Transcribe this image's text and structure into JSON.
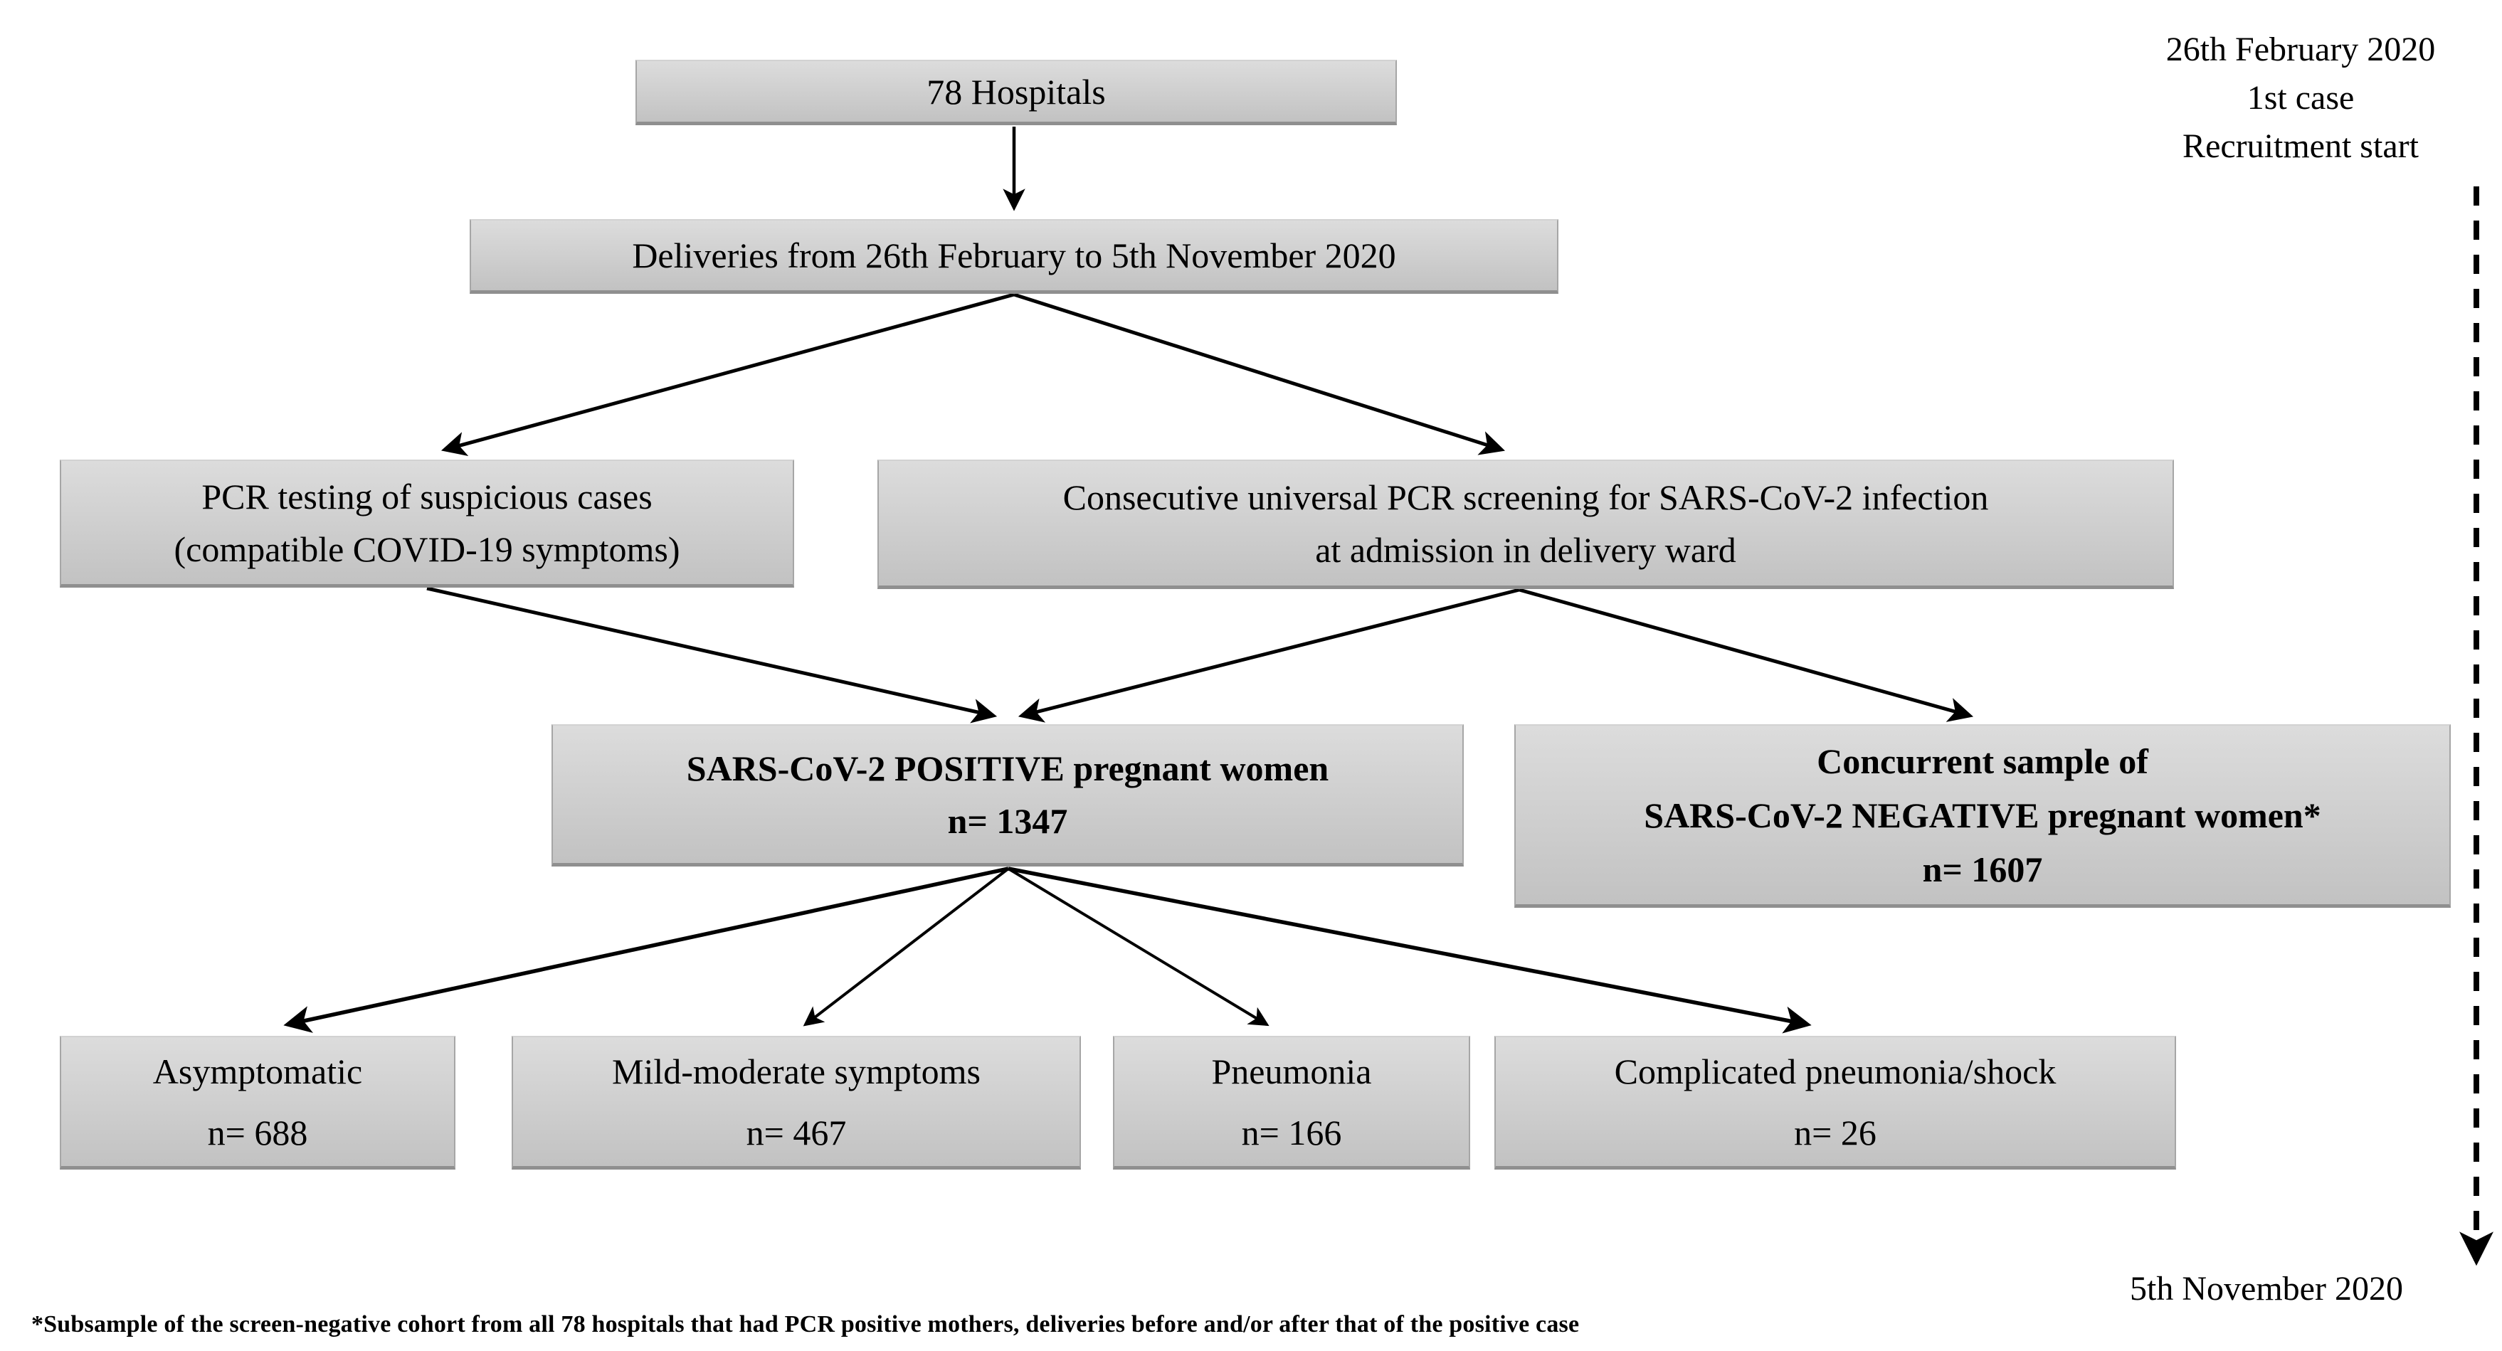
{
  "diagram": {
    "nodes": {
      "hospitals": {
        "line1": "78 Hospitals"
      },
      "deliveries": {
        "line1": "Deliveries from 26th February to 5th November 2020"
      },
      "pcr_testing": {
        "line1": "PCR testing of suspicious cases",
        "line2": "(compatible COVID-19 symptoms)"
      },
      "universal_screening": {
        "line1": "Consecutive universal PCR screening for SARS-CoV-2 infection",
        "line2": "at admission in delivery ward"
      },
      "positive": {
        "line1": "SARS-CoV-2 POSITIVE pregnant women",
        "line2": "n= 1347"
      },
      "negative": {
        "line1": "Concurrent sample of",
        "line2": "SARS-CoV-2 NEGATIVE pregnant women*",
        "line3": "n= 1607"
      },
      "asymptomatic": {
        "line1": "Asymptomatic",
        "line2": "n= 688"
      },
      "mild_moderate": {
        "line1": "Mild-moderate symptoms",
        "line2": "n= 467"
      },
      "pneumonia": {
        "line1": "Pneumonia",
        "line2": "n= 166"
      },
      "complicated": {
        "line1": "Complicated pneumonia/shock",
        "line2": "n= 26"
      }
    },
    "timeline": {
      "start_line1": "26th February 2020",
      "start_line2": "1st case",
      "start_line3": "Recruitment start",
      "end_label": "5th November 2020"
    },
    "footnote": "*Subsample of the screen-negative cohort from all 78 hospitals that had PCR positive mothers, deliveries before and/or after that of the positive case",
    "colors": {
      "background": "#ffffff",
      "box_fill_top": "#dcdcdc",
      "box_fill_bottom": "#c2c2c2",
      "box_border": "#a6a6a6",
      "arrow": "#000000",
      "text": "#000000"
    }
  }
}
